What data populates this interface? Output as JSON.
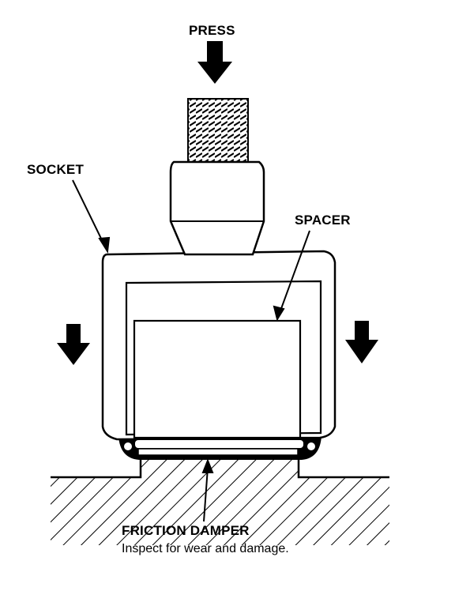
{
  "labels": {
    "press": "PRESS",
    "socket": "SOCKET",
    "spacer": "SPACER",
    "friction_damper": "FRICTION DAMPER",
    "note": "Inspect for wear and damage."
  },
  "colors": {
    "ink": "#000000",
    "paper": "#ffffff"
  },
  "icons": {
    "press_arrow": "down-arrow-icon",
    "left_arrow": "down-arrow-icon",
    "right_arrow": "down-arrow-icon"
  }
}
